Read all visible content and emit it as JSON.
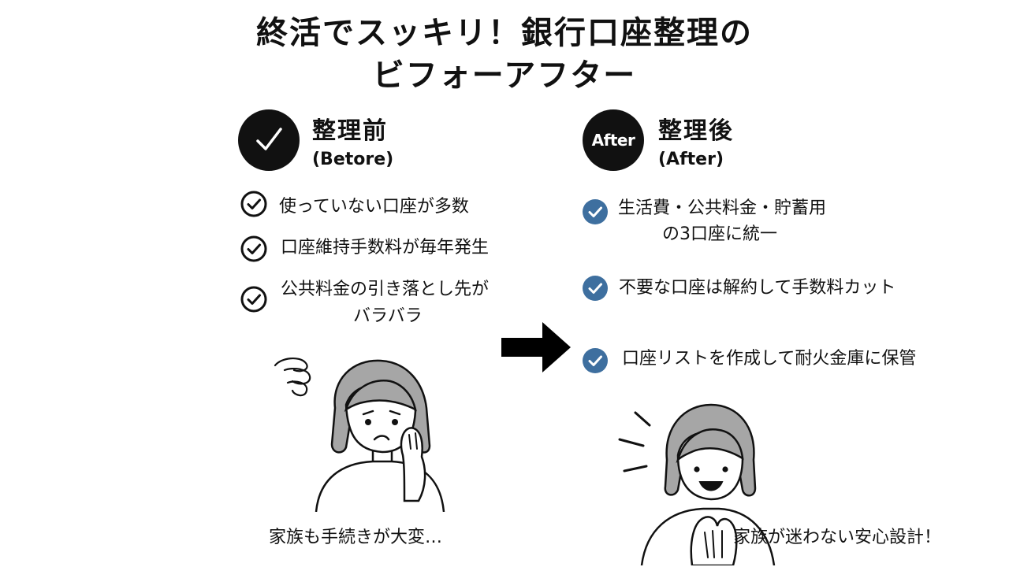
{
  "title": {
    "line1": "終活でスッキリ！銀行口座整理の",
    "line2": "ビフォーアフター"
  },
  "before": {
    "title": "整理前",
    "subtitle": "(Betore)",
    "items": [
      {
        "text": "使っていない口座が多数"
      },
      {
        "text": "口座維持手数料が毎年発生"
      },
      {
        "text_line1": "公共料金の引き落とし先が",
        "text_line2": "バラバラ"
      }
    ],
    "caption": "家族も手続きが大変…",
    "icon": "check-circle-outline-icon"
  },
  "after": {
    "badge": "After",
    "title": "整理後",
    "subtitle": "(After)",
    "items": [
      {
        "text_line1": "生活費・公共料金・貯蓄用",
        "text_line2": "の3口座に統一"
      },
      {
        "text": "不要な口座は解約して手数料カット"
      },
      {
        "text": "口座リストを作成して耐火金庫に保管"
      }
    ],
    "caption": "家族が迷わない安心設計！",
    "icon": "check-circle-filled-icon",
    "icon_color": "#3e6f9f"
  }
}
